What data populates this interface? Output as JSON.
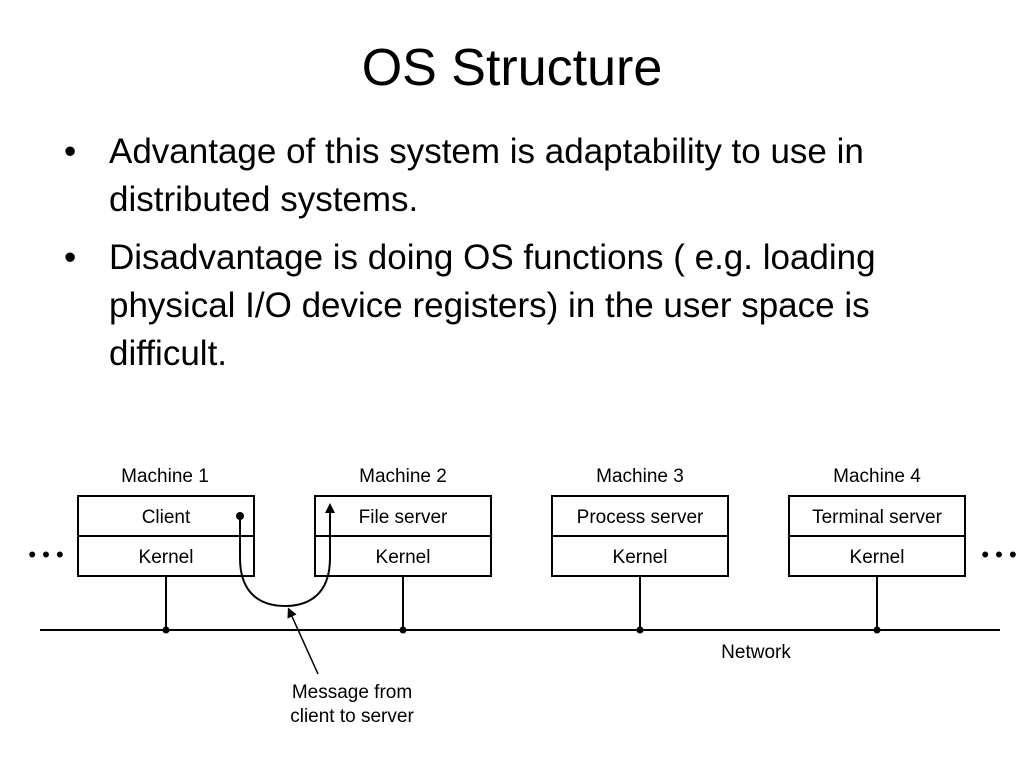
{
  "slide": {
    "title": "OS Structure",
    "bullets": [
      {
        "text": "Advantage of this system is adaptability to use in distributed systems."
      },
      {
        "text": "Disadvantage is doing OS functions ( e.g. loading physical I/O device registers) in the user space is difficult."
      }
    ],
    "bullet_symbol": "•"
  },
  "diagram": {
    "machines": [
      {
        "name": "Machine 1",
        "top": "Client",
        "bottom": "Kernel"
      },
      {
        "name": "Machine 2",
        "top": "File server",
        "bottom": "Kernel"
      },
      {
        "name": "Machine 3",
        "top": "Process server",
        "bottom": "Kernel"
      },
      {
        "name": "Machine 4",
        "top": "Terminal server",
        "bottom": "Kernel"
      }
    ],
    "network_label": "Network",
    "message_label_line1": "Message from",
    "message_label_line2": "client to server",
    "ellipsis_left": "• • •",
    "ellipsis_right": "• • •"
  }
}
